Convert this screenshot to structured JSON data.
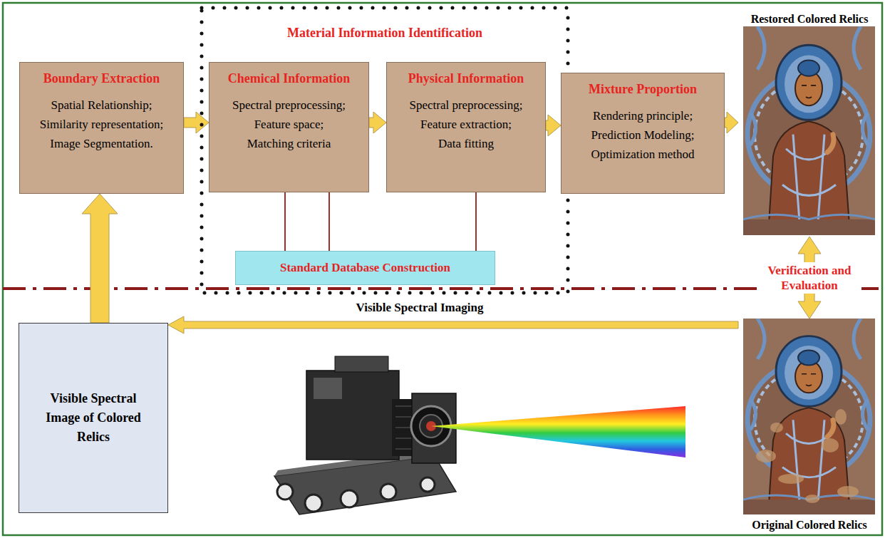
{
  "diagram": {
    "nodes": [
      {
        "text": [
          "Boundary Extraction",
          "Spatial Relationship; Similarity representation; Image Segmentation."
        ]
      },
      {
        "text": [
          "Material Information Identification"
        ]
      },
      {
        "text": [
          "Chemical Information",
          "Spectral preprocessing; Feature space; Matching criteria"
        ],
        "in": 1
      },
      {
        "text": [
          "Physical Information",
          "Spectral preprocessing; Feature extraction; Data fitting"
        ],
        "in": 1
      },
      {
        "text": [
          "Standard Database Construction"
        ],
        "in": 1
      },
      {
        "text": [
          "Mixture Proportion",
          "Rendering principle; Prediction Modeling; Optimization method"
        ]
      },
      {
        "text": [
          "Restored Colored Relics"
        ]
      },
      {
        "text": [
          "Original Colored Relics"
        ]
      },
      {
        "text": [
          "Visible Spectral Image of Colored Relics"
        ]
      }
    ],
    "edges": [
      {
        "from": 0,
        "to": 2,
        "arrow": "to"
      },
      {
        "from": 2,
        "to": 3,
        "arrow": "to"
      },
      {
        "from": 3,
        "to": 5,
        "arrow": "to"
      },
      {
        "from": 5,
        "to": 6,
        "arrow": "to"
      },
      {
        "from": 2,
        "to": 4,
        "arrow": "none"
      },
      {
        "from": 2,
        "to": 4,
        "arrow": "none"
      },
      {
        "from": 3,
        "to": 4,
        "arrow": "none"
      },
      {
        "from": 6,
        "to": 7,
        "arrow": "both",
        "label": "Verification and Evaluation"
      },
      {
        "from": 7,
        "to": 8,
        "arrow": "to",
        "label": "Visible Spectral Imaging"
      },
      {
        "from": 8,
        "to": 0,
        "arrow": "to"
      }
    ]
  }
}
